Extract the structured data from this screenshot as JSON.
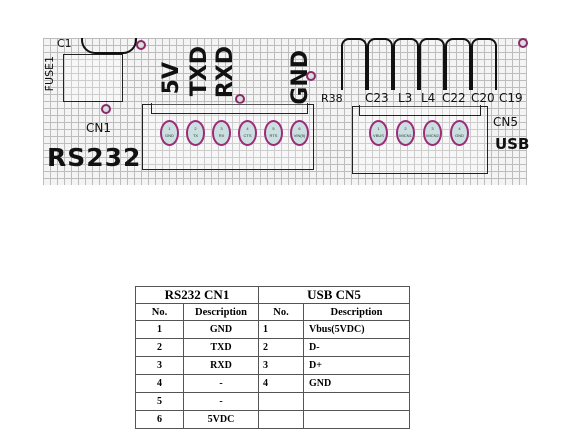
{
  "pcb": {
    "c1": "C1",
    "fuse1": "FUSE1",
    "cn1": "CN1",
    "rs232": "RS232",
    "v5": "5V",
    "txd": "TXD",
    "rxd": "RXD",
    "gnd": "GND",
    "r38": "R38",
    "c23": "C23",
    "l3": "L3",
    "l4": "L4",
    "c22": "C22",
    "c20": "C20",
    "c19": "C19",
    "cn5": "CN5",
    "usb": "USB",
    "cn1_pins": [
      {
        "num": "1",
        "label": "GND"
      },
      {
        "num": "2",
        "label": "TX"
      },
      {
        "num": "3",
        "label": "RX"
      },
      {
        "num": "4",
        "label": "CTS"
      },
      {
        "num": "5",
        "label": "RTS"
      },
      {
        "num": "6",
        "label": "VIN(5)"
      }
    ],
    "cn5_pins": [
      {
        "num": "1",
        "label": "VBUS"
      },
      {
        "num": "2",
        "label": "MICN1"
      },
      {
        "num": "3",
        "label": "MICN2"
      },
      {
        "num": "4",
        "label": "GND"
      }
    ]
  },
  "table": {
    "rs232_title": "RS232 CN1",
    "usb_title": "USB CN5",
    "col_no": "No.",
    "col_desc": "Description",
    "rs232_rows": [
      {
        "no": "1",
        "desc": "GND"
      },
      {
        "no": "2",
        "desc": "TXD"
      },
      {
        "no": "3",
        "desc": "RXD"
      },
      {
        "no": "4",
        "desc": "-"
      },
      {
        "no": "5",
        "desc": "-"
      },
      {
        "no": "6",
        "desc": "5VDC"
      }
    ],
    "usb_rows": [
      {
        "no": "1",
        "desc": "Vbus(5VDC)"
      },
      {
        "no": "2",
        "desc": "D-"
      },
      {
        "no": "3",
        "desc": "D+"
      },
      {
        "no": "4",
        "desc": "GND"
      },
      {
        "no": "",
        "desc": ""
      },
      {
        "no": "",
        "desc": ""
      }
    ]
  }
}
